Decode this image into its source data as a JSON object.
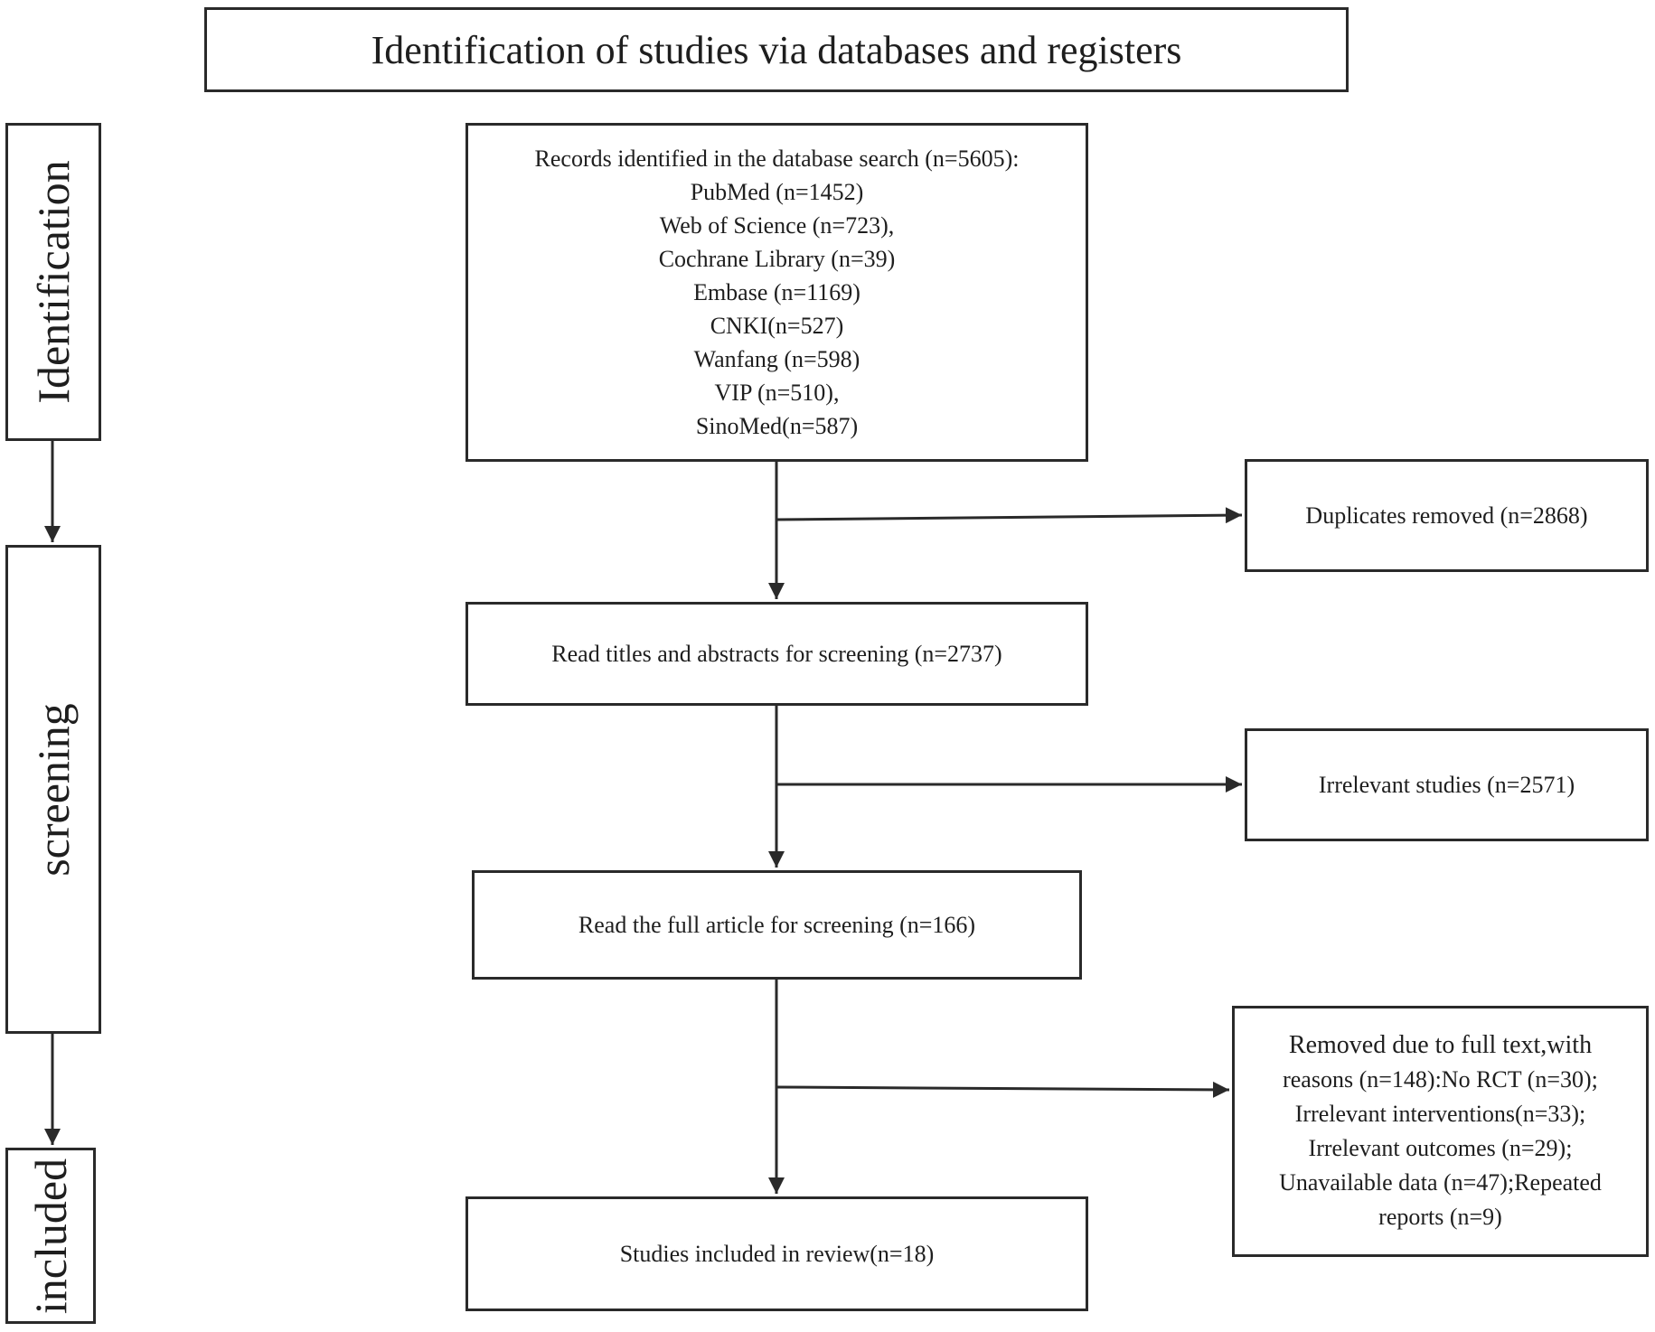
{
  "title": "Identification of studies via databases and registers",
  "stages": {
    "identification": "Identification",
    "screening": "screening",
    "included": "included"
  },
  "records": {
    "lines": [
      "Records identified in the database search (n=5605):",
      "PubMed (n=1452)",
      "Web of Science (n=723),",
      "Cochrane Library (n=39)",
      "Embase (n=1169)",
      "CNKI(n=527)",
      "Wanfang (n=598)",
      "VIP (n=510),",
      "SinoMed(n=587)"
    ]
  },
  "duplicates": "Duplicates removed (n=2868)",
  "screening_box": "Read titles and abstracts for screening (n=2737)",
  "irrelevant": "Irrelevant studies (n=2571)",
  "fulltext": "Read the full article for screening (n=166)",
  "removed": {
    "lines": [
      "Removed due to full text,with",
      "reasons (n=148):No RCT (n=30);",
      "Irrelevant interventions(n=33);",
      "Irrelevant outcomes (n=29);",
      "Unavailable data (n=47);Repeated",
      "reports (n=9)"
    ]
  },
  "included_box": "Studies included in review(n=18)"
}
